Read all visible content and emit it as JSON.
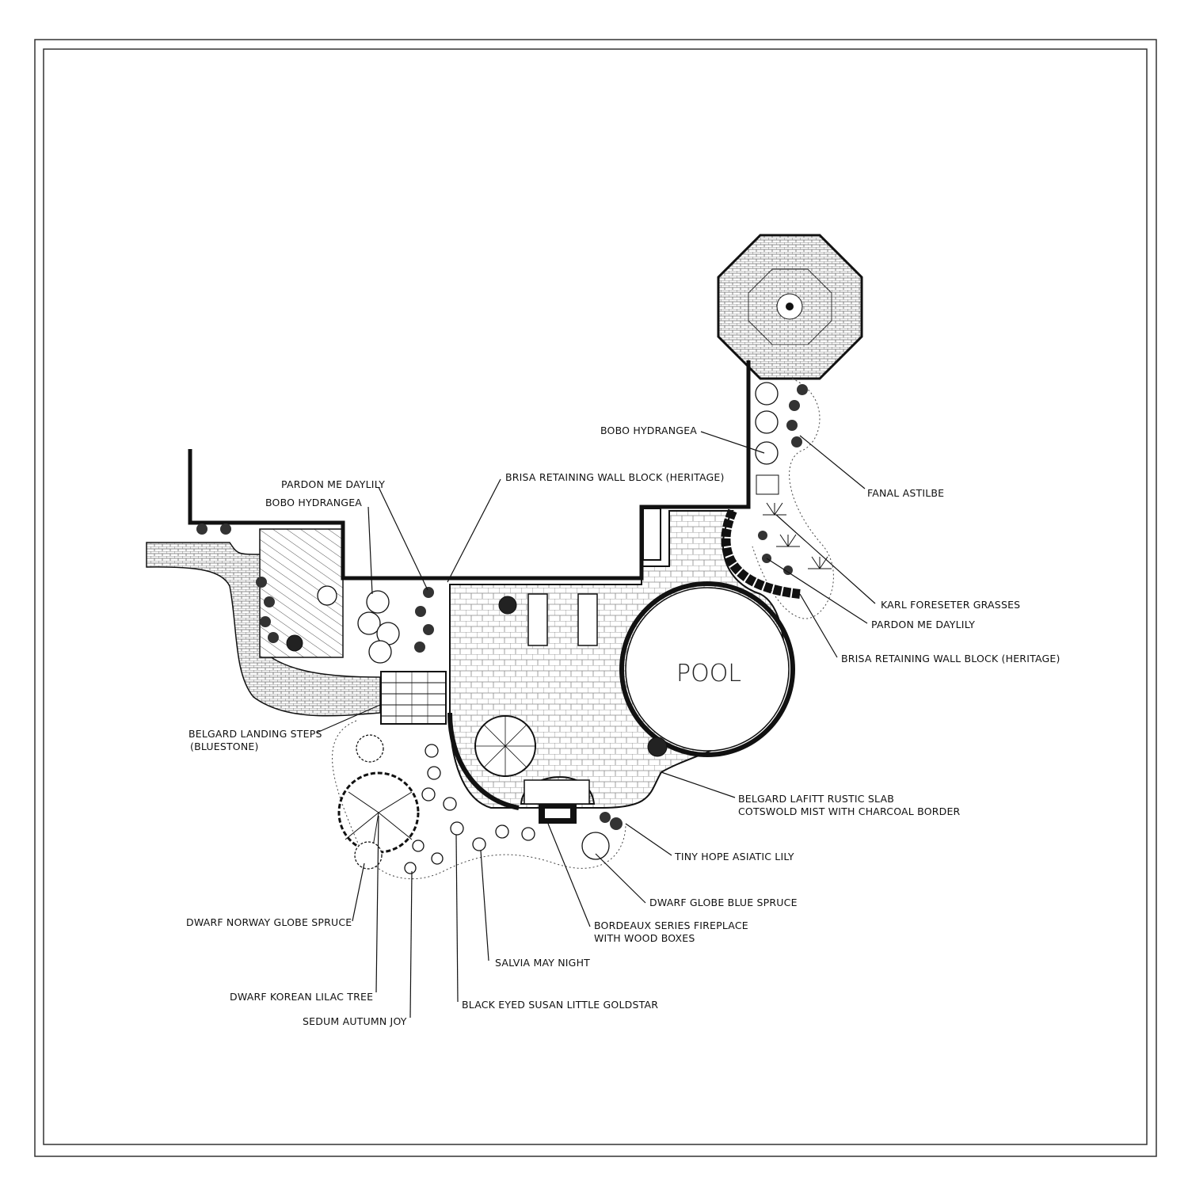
{
  "plan": {
    "pool_label": "POOL",
    "labels": {
      "bobo_hydrangea_right": "BOBO HYDRANGEA",
      "fanal_astilbe": "FANAL ASTILBE",
      "pardon_me_daylily_left": "PARDON ME DAYLILY",
      "bobo_hydrangea_left": "BOBO HYDRANGEA",
      "brisa_wall_top": "BRISA RETAINING WALL BLOCK (HERITAGE)",
      "karl_grasses": "KARL FORESETER GRASSES",
      "pardon_me_daylily_right": "PARDON ME DAYLILY",
      "brisa_wall_right": "BRISA RETAINING WALL BLOCK (HERITAGE)",
      "landing_steps_1": "BELGARD LANDING STEPS",
      "landing_steps_2": "(BLUESTONE)",
      "lafitt_slab_1": "BELGARD LAFITT RUSTIC SLAB",
      "lafitt_slab_2": "COTSWOLD MIST WITH CHARCOAL BORDER",
      "tiny_hope_lily": "TINY HOPE ASIATIC LILY",
      "dwarf_globe_blue_spruce": "DWARF GLOBE BLUE SPRUCE",
      "fireplace_1": "BORDEAUX SERIES FIREPLACE",
      "fireplace_2": "WITH WOOD BOXES",
      "dwarf_norway_spruce": "DWARF NORWAY GLOBE SPRUCE",
      "salvia": "SALVIA MAY NIGHT",
      "korean_lilac": "DWARF KOREAN LILAC TREE",
      "black_eyed_susan": "BLACK EYED SUSAN LITTLE GOLDSTAR",
      "sedum": "SEDUM AUTUMN JOY"
    }
  }
}
